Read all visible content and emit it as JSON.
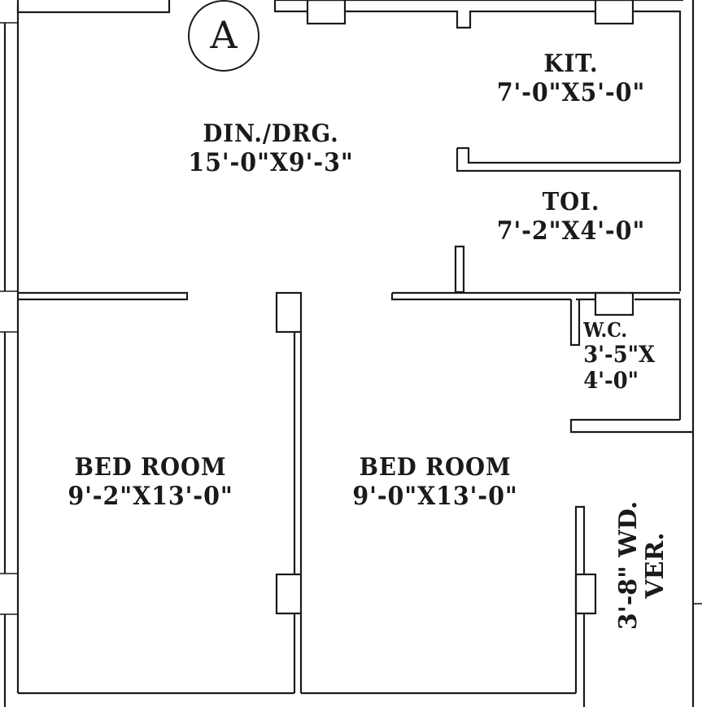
{
  "plan": {
    "section_marker": "A",
    "rooms": {
      "dining_drawing": {
        "name": "DIN./DRG.",
        "dimensions": "15'-0\"X9'-3\""
      },
      "kitchen": {
        "name": "KIT.",
        "dimensions": "7'-0\"X5'-0\""
      },
      "toilet": {
        "name": "TOI.",
        "dimensions": "7'-2\"X4'-0\""
      },
      "wc": {
        "name": "W.C.",
        "dimensions_line1": "3'-5\"X",
        "dimensions_line2": "4'-0\""
      },
      "bedroom_left": {
        "name": "BED ROOM",
        "dimensions": "9'-2\"X13'-0\""
      },
      "bedroom_right": {
        "name": "BED ROOM",
        "dimensions": "9'-0\"X13'-0\""
      },
      "verandah": {
        "line1": "3'-8\" WD.",
        "line2": "VER."
      }
    },
    "colors": {
      "line": "#1a1a1a",
      "background": "#ffffff"
    }
  }
}
